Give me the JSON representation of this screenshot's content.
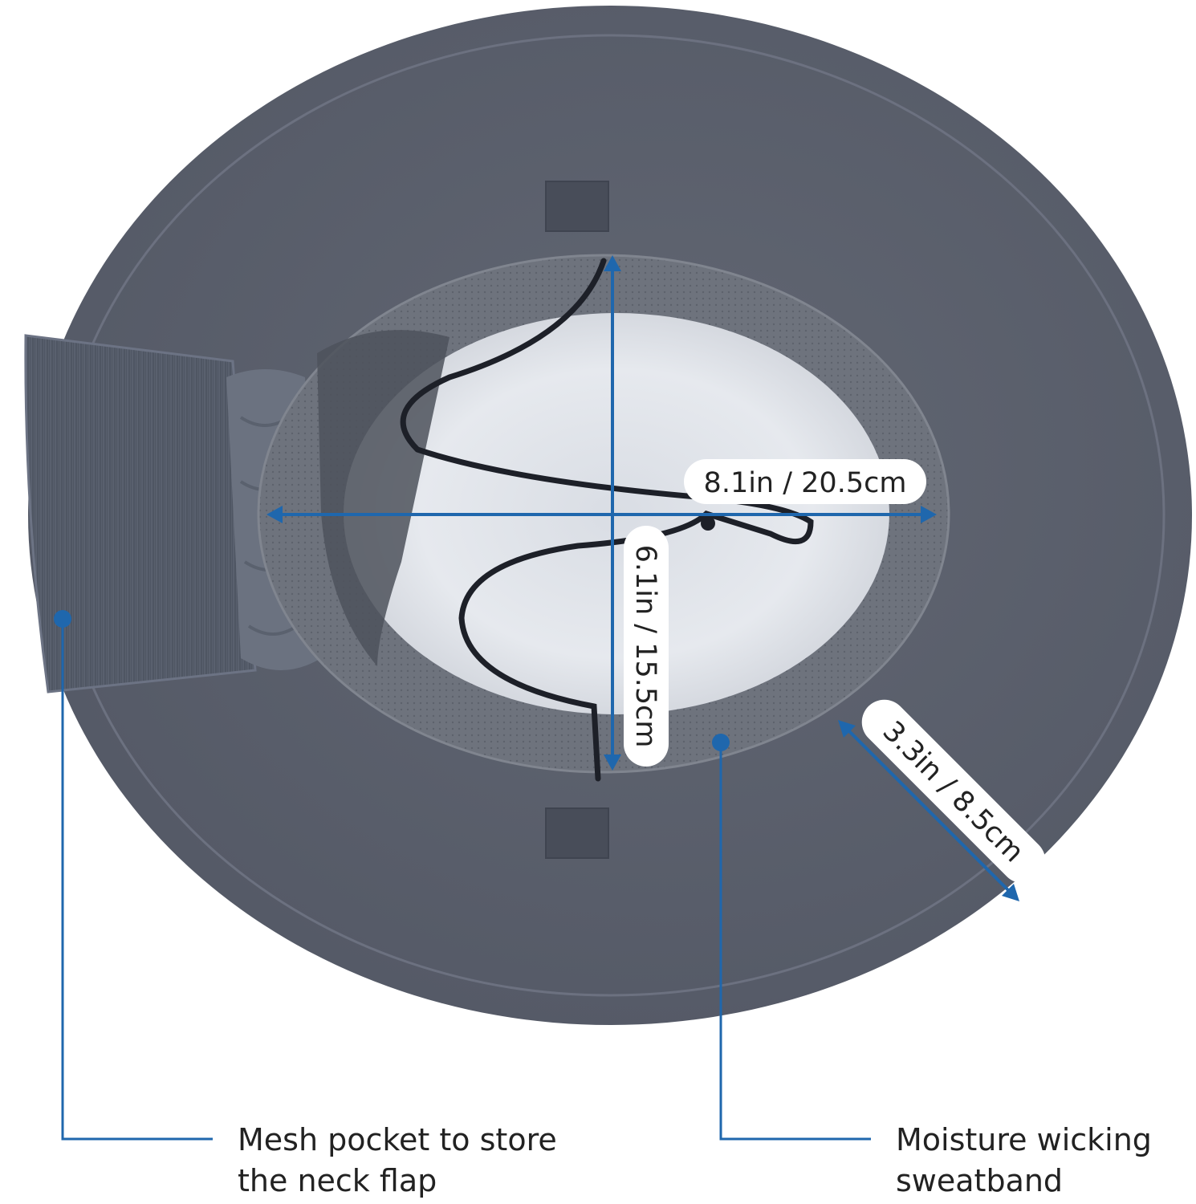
{
  "measurements": {
    "width": "8.1in / 20.5cm",
    "height": "6.1in / 15.5cm",
    "brim": "3.3in / 8.5cm"
  },
  "callouts": {
    "mesh_pocket": {
      "line1": "Mesh pocket to store",
      "line2": "the neck flap"
    },
    "sweatband": {
      "line1": "Moisture wicking",
      "line2": "sweatband"
    }
  },
  "colors": {
    "hat_brim": "#5a5f6b",
    "sweatband": "#6e737d",
    "crown_inside": "#dfe2e8",
    "mesh_pocket": "#4f5663",
    "callout_blue": "#1f67ad"
  }
}
